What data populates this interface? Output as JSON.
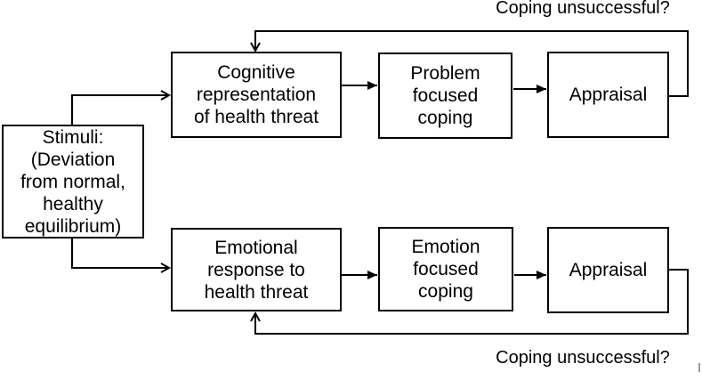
{
  "diagram": {
    "type": "flowchart",
    "nodes": {
      "stimuli": {
        "label": "Stimuli:\n(Deviation\nfrom normal,\nhealthy\nequilibrium)"
      },
      "cognitive_representation": {
        "label": "Cognitive\nrepresentation\nof health threat"
      },
      "problem_focused_coping": {
        "label": "Problem\nfocused\ncoping"
      },
      "appraisal_top": {
        "label": "Appraisal"
      },
      "emotional_response": {
        "label": "Emotional\nresponse to\nhealth threat"
      },
      "emotion_focused_coping": {
        "label": "Emotion\nfocused\ncoping"
      },
      "appraisal_bottom": {
        "label": "Appraisal"
      }
    },
    "feedback_labels": {
      "top": "Coping unsuccessful?",
      "bottom": "Coping unsuccessful?"
    },
    "edges": [
      {
        "from": "stimuli",
        "to": "cognitive_representation",
        "arrow": "open"
      },
      {
        "from": "stimuli",
        "to": "emotional_response",
        "arrow": "open"
      },
      {
        "from": "cognitive_representation",
        "to": "problem_focused_coping",
        "arrow": "solid"
      },
      {
        "from": "problem_focused_coping",
        "to": "appraisal_top",
        "arrow": "solid"
      },
      {
        "from": "appraisal_top",
        "to": "cognitive_representation",
        "arrow": "open",
        "label": "Coping unsuccessful?"
      },
      {
        "from": "emotional_response",
        "to": "emotion_focused_coping",
        "arrow": "solid"
      },
      {
        "from": "emotion_focused_coping",
        "to": "appraisal_bottom",
        "arrow": "solid"
      },
      {
        "from": "appraisal_bottom",
        "to": "emotional_response",
        "arrow": "open",
        "label": "Coping unsuccessful?"
      }
    ],
    "colors": {
      "line": "#000000",
      "text": "#000000",
      "node_fill": "#ffffff",
      "background": "#ffffff",
      "corner_mark": "#9a9a9a"
    }
  }
}
